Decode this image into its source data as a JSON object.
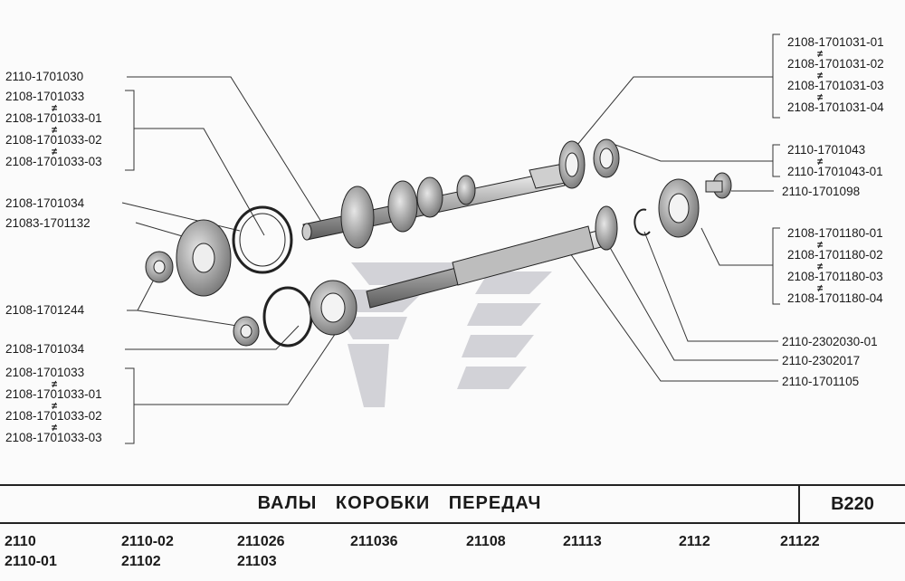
{
  "title": "ВАЛЫ   КОРОБКИ   ПЕРЕДАЧ",
  "page_code": "B220",
  "neq_symbol": "≠",
  "left_labels": {
    "shaft_input": "2110-1701030",
    "group_top": [
      "2108-1701033",
      "2108-1701033-01",
      "2108-1701033-02",
      "2108-1701033-03"
    ],
    "ring_a": "2108-1701034",
    "gear_a": "21083-1701132",
    "nut": "2108-1701244",
    "ring_b": "2108-1701034",
    "group_bottom": [
      "2108-1701033",
      "2108-1701033-01",
      "2108-1701033-02",
      "2108-1701033-03"
    ]
  },
  "right_labels": {
    "group_top": [
      "2108-1701031-01",
      "2108-1701031-02",
      "2108-1701031-03",
      "2108-1701031-04"
    ],
    "group_mid": [
      "2110-1701043",
      "2110-1701043-01"
    ],
    "washer": "2110-1701098",
    "group_bottom": [
      "2108-1701180-01",
      "2108-1701180-02",
      "2108-1701180-03",
      "2108-1701180-04"
    ],
    "circlip": "2110-2302030-01",
    "ring": "2110-2302017",
    "shaft_output": "2110-1701105"
  },
  "models": [
    "2110",
    "2110-01",
    "2110-02",
    "21102",
    "211026",
    "21103",
    "211036",
    "21108",
    "21113",
    "2112",
    "21122"
  ]
}
